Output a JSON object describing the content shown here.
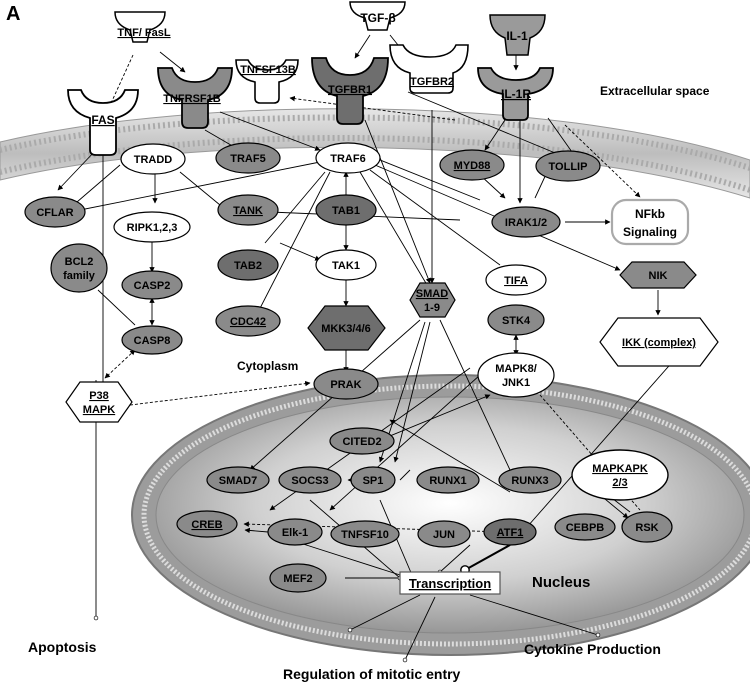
{
  "panel_letter": "A",
  "regions": {
    "extracellular": "Extracellular space",
    "cytoplasm": "Cytoplasm",
    "nucleus": "Nucleus"
  },
  "ligands": {
    "tnf": "TNF/ FasL",
    "tgfb": "TGF-β",
    "il1": "IL-1"
  },
  "receptors": {
    "fas": "FAS",
    "tnfrsf1b": "TNFRSF1B",
    "tnfsf13b": "TNFSF13B",
    "tgfbr1": "TGFBR1",
    "tgfbr2": "TGFBR2",
    "il1r": "IL-1R"
  },
  "nodes": {
    "tradd": "TRADD",
    "traf5": "TRAF5",
    "traf6": "TRAF6",
    "myd88": "MYD88",
    "tollip": "TOLLIP",
    "cflar": "CFLAR",
    "ripk": "RIPK1,2,3",
    "tank": "TANK",
    "tab1": "TAB1",
    "irak": "IRAK1/2",
    "nfkb_line1": "NFkb",
    "nfkb_line2": "Signaling",
    "bcl2_line1": "BCL2",
    "bcl2_line2": "family",
    "casp2": "CASP2",
    "tab2": "TAB2",
    "tak1": "TAK1",
    "smad_line1": "SMAD",
    "smad_line2": "1-9",
    "tifa": "TIFA",
    "nik": "NIK",
    "casp8": "CASP8",
    "cdc42": "CDC42",
    "mkk": "MKK3/4/6",
    "stk4": "STK4",
    "ikk": "IKK (complex)",
    "mapk8_line1": "MAPK8/",
    "mapk8_line2": "JNK1",
    "p38_line1": "P38",
    "p38_line2": "MAPK",
    "prak": "PRAK",
    "cited2": "CITED2",
    "smad7": "SMAD7",
    "socs3": "SOCS3",
    "sp1": "SP1",
    "runx1": "RUNX1",
    "runx3": "RUNX3",
    "mapkapk_line1": "MAPKAPK",
    "mapkapk_line2": "2/3",
    "creb": "CREB",
    "elk1": "Elk-1",
    "tnfsf10": "TNFSF10",
    "jun": "JUN",
    "atf1": "ATF1",
    "cebpb": "CEBPB",
    "rsk": "RSK",
    "mef2": "MEF2",
    "transcription": "Transcription"
  },
  "outcomes": {
    "apoptosis": "Apoptosis",
    "mitotic": "Regulation of mitotic entry",
    "cytokine": "Cytokine Production"
  },
  "colors": {
    "node_gray": "#8a8a8a",
    "receptor_dark": "#6e6e6e",
    "receptor_mid": "#9a9a9a",
    "membrane": "#c8c8c8",
    "nucleus_outer": "#b5b5b5"
  }
}
